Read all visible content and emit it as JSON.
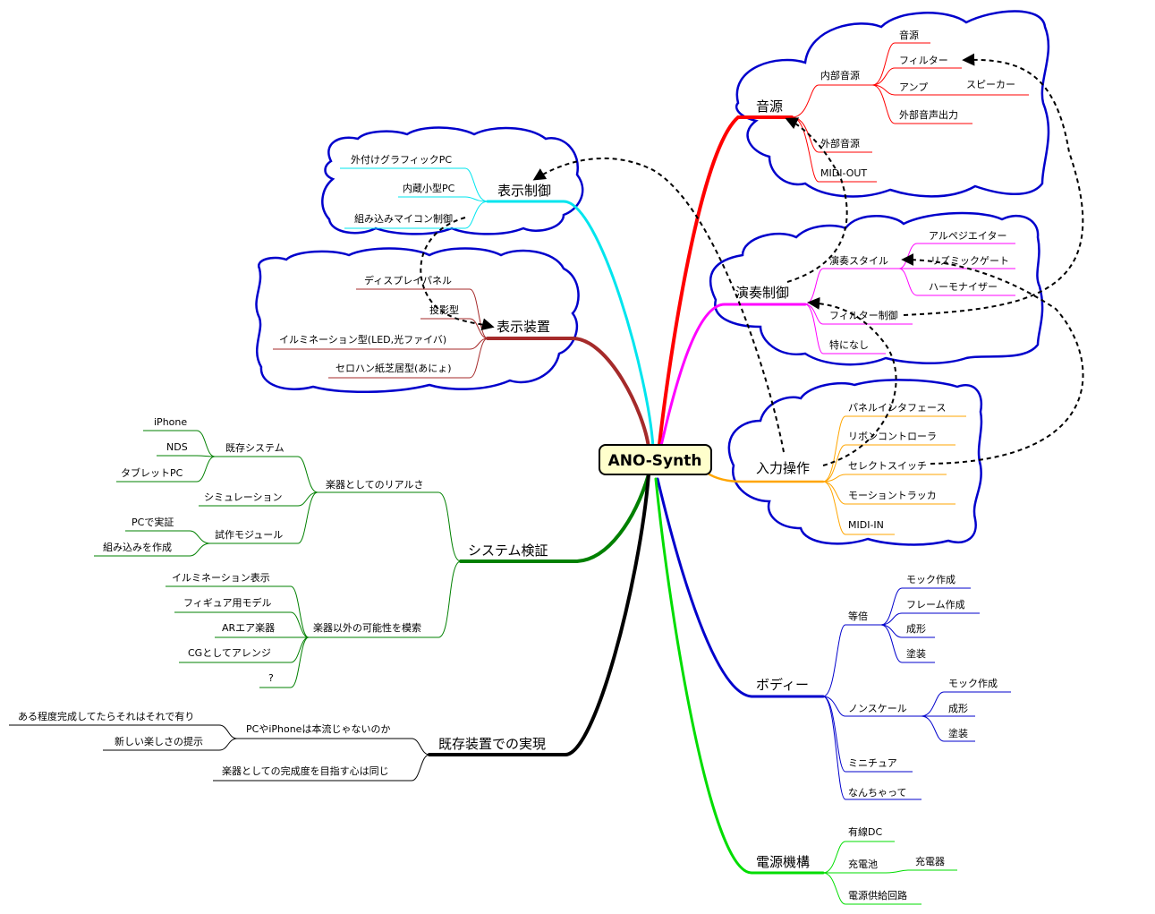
{
  "root": "ANO-Synth",
  "colors": {
    "sound": "#ff0000",
    "perform": "#ff00ff",
    "input": "#ffa500",
    "body": "#0000cc",
    "power": "#00dd00",
    "display_ctrl": "#00e5ee",
    "display_dev": "#a52a2a",
    "verify": "#008000",
    "existing": "#000000",
    "cloud": "#0000cc",
    "root_fill": "#ffffcc"
  },
  "branches": {
    "sound": {
      "label": "音源",
      "internal": "内部音源",
      "internal_children": [
        "音源",
        "フィルター",
        "アンプ",
        "外部音声出力"
      ],
      "speaker": "スピーカー",
      "external": "外部音源",
      "midi_out": "MIDI-OUT"
    },
    "perform": {
      "label": "演奏制御",
      "style": "演奏スタイル",
      "style_children": [
        "アルペジエイター",
        "リズミックゲート",
        "ハーモナイザー"
      ],
      "filter_ctrl": "フィルター制御",
      "none": "特になし"
    },
    "input": {
      "label": "入力操作",
      "children": [
        "パネルインタフェース",
        "リボンコントローラ",
        "セレクトスイッチ",
        "モーショントラッカ",
        "MIDI-IN"
      ]
    },
    "body": {
      "label": "ボディー",
      "same_size": "等倍",
      "same_size_children": [
        "モック作成",
        "フレーム作成",
        "成形",
        "塗装"
      ],
      "nonscale": "ノンスケール",
      "nonscale_children": [
        "モック作成",
        "成形",
        "塗装"
      ],
      "miniature": "ミニチュア",
      "nanchatte": "なんちゃって"
    },
    "power": {
      "label": "電源機構",
      "wired": "有線DC",
      "battery": "充電池",
      "charger": "充電器",
      "supply": "電源供給回路"
    },
    "display_ctrl": {
      "label": "表示制御",
      "children": [
        "外付けグラフィックPC",
        "内蔵小型PC",
        "組み込みマイコン制御"
      ]
    },
    "display_dev": {
      "label": "表示装置",
      "children": [
        "ディスプレイパネル",
        "投影型",
        "イルミネーション型(LED,光ファイバ)",
        "セロハン紙芝居型(あにょ)"
      ]
    },
    "verify": {
      "label": "システム検証",
      "realism": "楽器としてのリアルさ",
      "existing_sys": "既存システム",
      "existing_sys_children": [
        "iPhone",
        "NDS",
        "タブレットPC"
      ],
      "simulation": "シミュレーション",
      "prototype": "試作モジュール",
      "prototype_children": [
        "PCで実証",
        "組み込みを作成"
      ],
      "other": "楽器以外の可能性を模索",
      "other_children": [
        "イルミネーション表示",
        "フィギュア用モデル",
        "ARエア楽器",
        "CGとしてアレンジ",
        "?"
      ]
    },
    "existing": {
      "label": "既存装置での実現",
      "pc_iphone": "PCやiPhoneは本流じゃないのか",
      "pc_iphone_children": [
        "ある程度完成してたらそれはそれで有り",
        "新しい楽しさの提示"
      ],
      "mind": "楽器としての完成度を目指す心は同じ"
    }
  }
}
